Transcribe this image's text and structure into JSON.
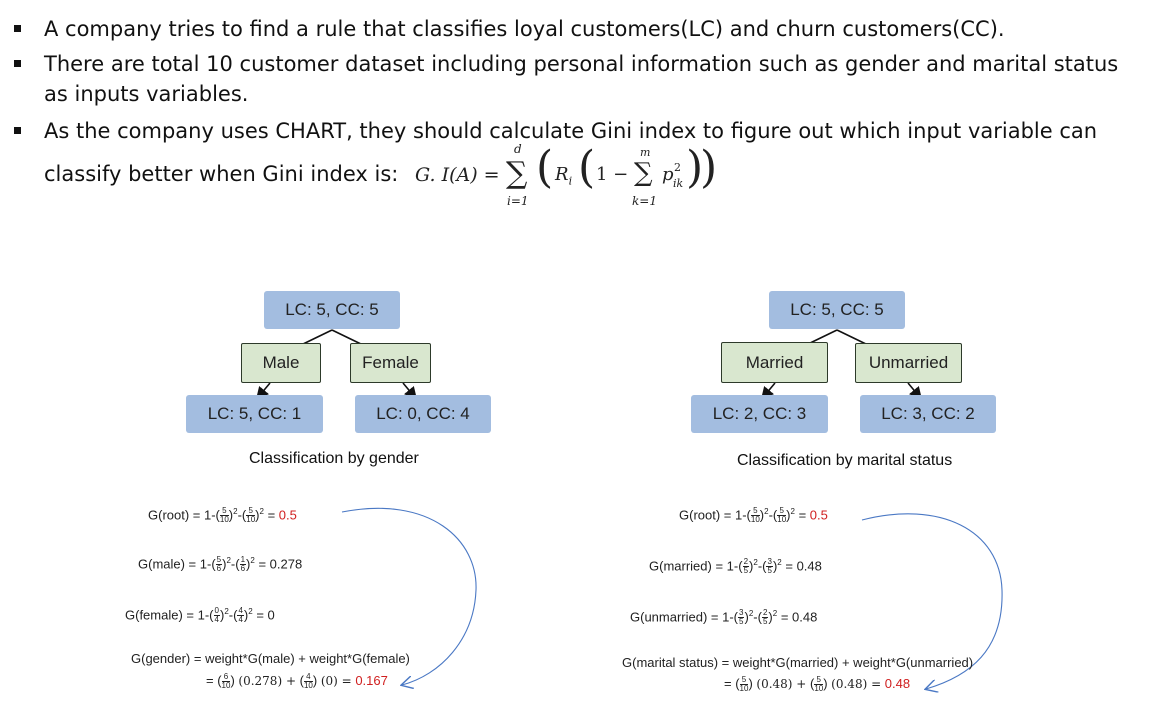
{
  "bullets": [
    "A company tries to find a rule that classifies loyal customers(LC) and churn customers(CC).",
    "There are total 10 customer dataset including personal information such as  gender and marital status",
    "as inputs variables.",
    "As the company uses CHART, they should calculate Gini index to figure out which input variable can",
    "classify better when Gini index is:"
  ],
  "formula": {
    "lhs": "G. I(A) =",
    "sum1_top": "d",
    "sum1_bottom": "i=1",
    "ri": "R",
    "ri_sub": "i",
    "one_minus": "1 −",
    "sum2_top": "m",
    "sum2_bottom": "k=1",
    "p": "p",
    "p_sup": "2",
    "p_sub": "ik"
  },
  "gender_tree": {
    "root": "LC: 5, CC: 5",
    "left_split": "Male",
    "right_split": "Female",
    "left_leaf": "LC: 5, CC: 1",
    "right_leaf": "LC: 0, CC: 4",
    "caption": "Classification by gender"
  },
  "marital_tree": {
    "root": "LC: 5, CC: 5",
    "left_split": "Married",
    "right_split": "Unmarried",
    "left_leaf": "LC: 2, CC: 3",
    "right_leaf": "LC: 3, CC: 2",
    "caption": "Classification by marital status"
  },
  "gender_calc": {
    "root_label": "G(root) = 1-",
    "root_result": "0.5",
    "male_label": "G(male)  = 1-",
    "male_result": "= 0.278",
    "female_label": "G(female)  = 1-",
    "female_result": "= 0",
    "total_label": "G(gender) = weight*G(male) + weight*G(female)",
    "total_part1": "(0.278) +",
    "total_part2": "(0) =",
    "total_result": "0.167"
  },
  "marital_calc": {
    "root_label": "G(root) = 1-",
    "root_result": "0.5",
    "married_label": "G(married)  = 1-",
    "married_result": "= 0.48",
    "unmarried_label": "G(unmarried)  = 1-",
    "unmarried_result": "= 0.48",
    "total_label": "G(marital status) = weight*G(married) + weight*G(unmarried)",
    "total_part1": "(0.48) +",
    "total_part2": "(0.48) =",
    "total_result": "0.48"
  },
  "colors": {
    "node_blue": "#a3bde0",
    "node_green": "#d9e7cf",
    "result_red": "#d02020",
    "arrow_blue": "#4a78c4"
  }
}
